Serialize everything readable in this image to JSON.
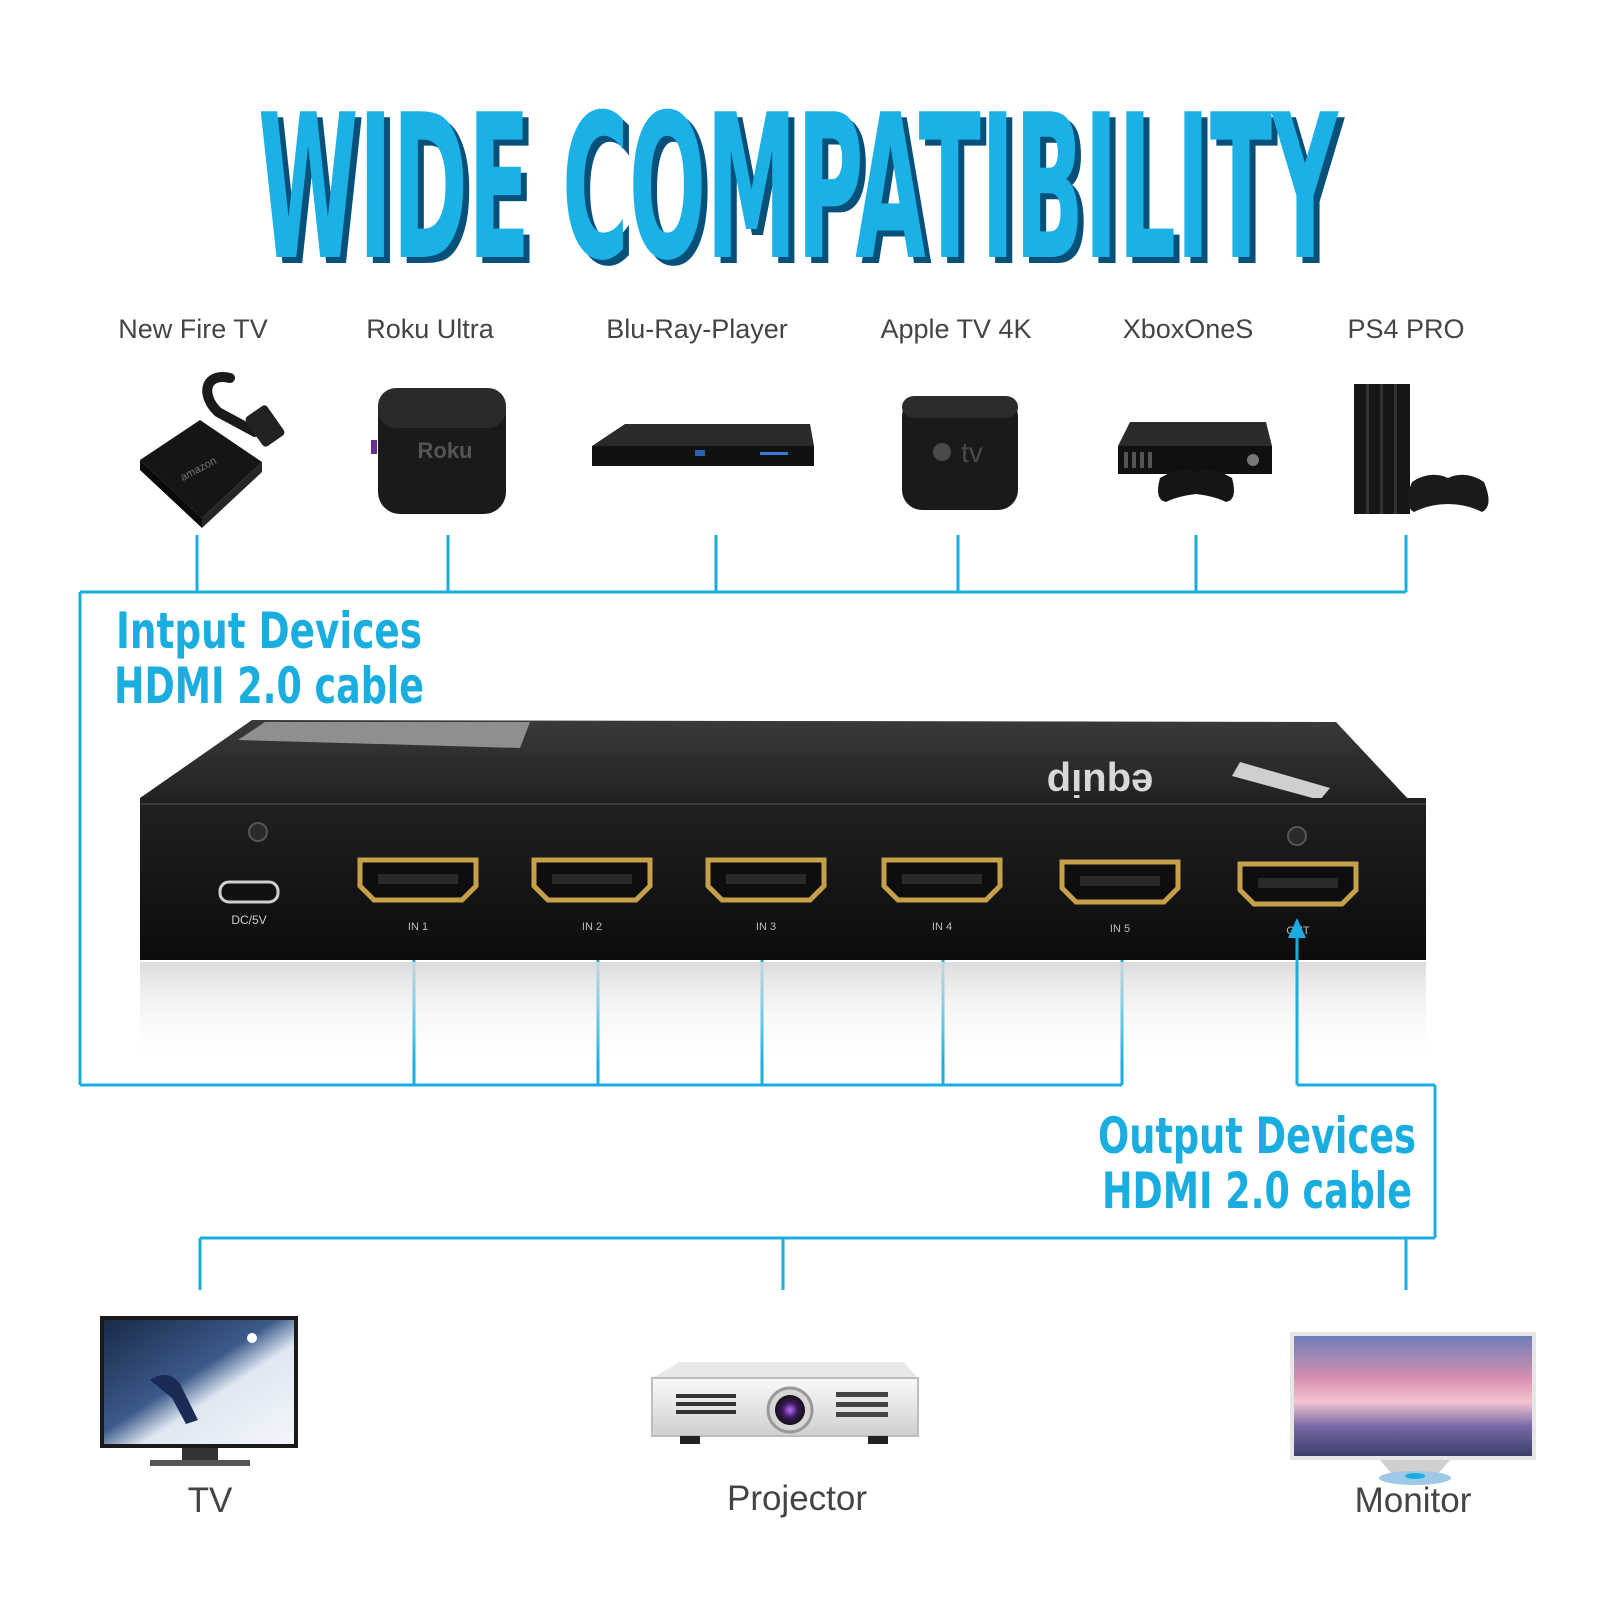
{
  "headline": "WIDE COMPATIBILITY",
  "colors": {
    "accent": "#1aaee0",
    "accent_dark": "#0b7fb5",
    "label_gray": "#444444",
    "device_black": "#141414",
    "port_gold": "#c7a04a"
  },
  "input_devices": [
    {
      "label": "New Fire TV",
      "icon": "fire-tv-stick-icon",
      "logo": "amazon"
    },
    {
      "label": "Roku Ultra",
      "icon": "roku-box-icon",
      "logo": "Roku"
    },
    {
      "label": "Blu-Ray-Player",
      "icon": "blu-ray-player-icon",
      "logo": ""
    },
    {
      "label": "Apple TV 4K",
      "icon": "apple-tv-icon",
      "logo": "tv"
    },
    {
      "label": "XboxOneS",
      "icon": "xbox-console-icon",
      "logo": ""
    },
    {
      "label": "PS4 PRO",
      "icon": "ps4-console-icon",
      "logo": ""
    }
  ],
  "input_callout": {
    "line1": "Intput Devices",
    "line2": "HDMI 2.0 cable"
  },
  "output_callout": {
    "line1": "Output Devices",
    "line2": "HDMI 2.0 cable"
  },
  "switch": {
    "brand": "equip",
    "power_label": "DC/5V",
    "ports": [
      "IN 1",
      "IN 2",
      "IN 3",
      "IN 4",
      "IN 5",
      "OUT"
    ]
  },
  "output_devices": [
    {
      "label": "TV",
      "icon": "tv-icon"
    },
    {
      "label": "Projector",
      "icon": "projector-icon"
    },
    {
      "label": "Monitor",
      "icon": "monitor-icon"
    }
  ]
}
